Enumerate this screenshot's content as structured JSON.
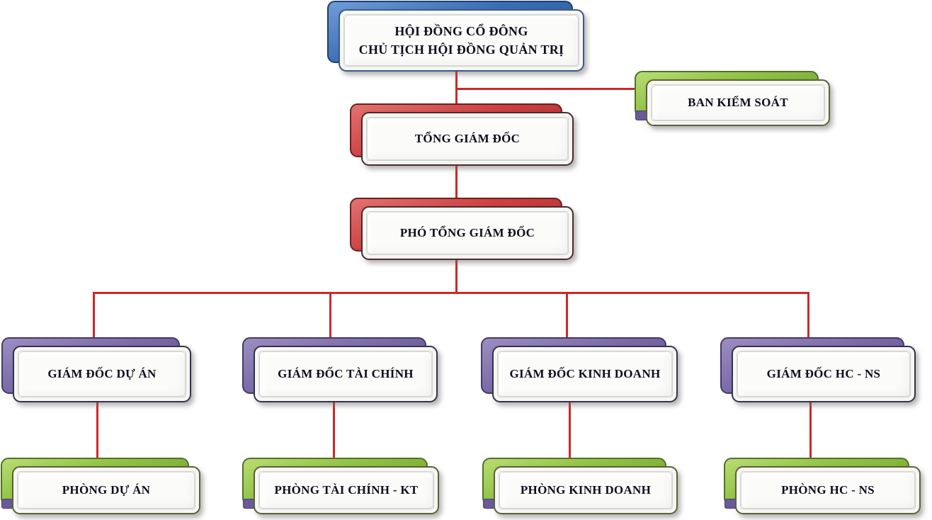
{
  "diagram": {
    "type": "org-chart",
    "connector_color": "#cf2828",
    "theme_colors": {
      "blue": "#3a6db2",
      "red": "#cc4040",
      "purple": "#7a6aa8",
      "green": "#8fc244",
      "box_face": "#fbfbfa"
    },
    "nodes": {
      "board": {
        "line1": "HỘI ĐỒNG CỔ ĐÔNG",
        "line2": "CHỦ TỊCH HỘI ĐỒNG QUẢN TRỊ",
        "theme": "blue"
      },
      "supervisory": {
        "label": "BAN KIỂM SOÁT",
        "theme": "green"
      },
      "ceo": {
        "label": "TỔNG GIÁM ĐỐC",
        "theme": "red"
      },
      "deputy_ceo": {
        "label": "PHÓ TỔNG GIÁM ĐỐC",
        "theme": "red"
      },
      "directors": [
        {
          "label": "GIÁM ĐỐC DỰ ÁN",
          "theme": "purple"
        },
        {
          "label": "GIÁM ĐỐC TÀI CHÍNH",
          "theme": "purple"
        },
        {
          "label": "GIÁM ĐỐC KINH DOANH",
          "theme": "purple"
        },
        {
          "label": "GIÁM ĐỐC HC - NS",
          "theme": "purple"
        }
      ],
      "departments": [
        {
          "label": "PHÒNG DỰ ÁN",
          "theme": "green"
        },
        {
          "label": "PHÒNG TÀI CHÍNH - KT",
          "theme": "green"
        },
        {
          "label": "PHÒNG KINH DOANH",
          "theme": "green"
        },
        {
          "label": "PHÒNG HC - NS",
          "theme": "green"
        }
      ]
    },
    "edges": [
      "board -> ceo",
      "board/ceo link -> supervisory",
      "ceo -> deputy_ceo",
      "deputy_ceo -> directors[0..3]",
      "directors[0] -> departments[0]",
      "directors[1] -> departments[1]",
      "directors[2] -> departments[2]",
      "directors[3] -> departments[3]"
    ]
  }
}
